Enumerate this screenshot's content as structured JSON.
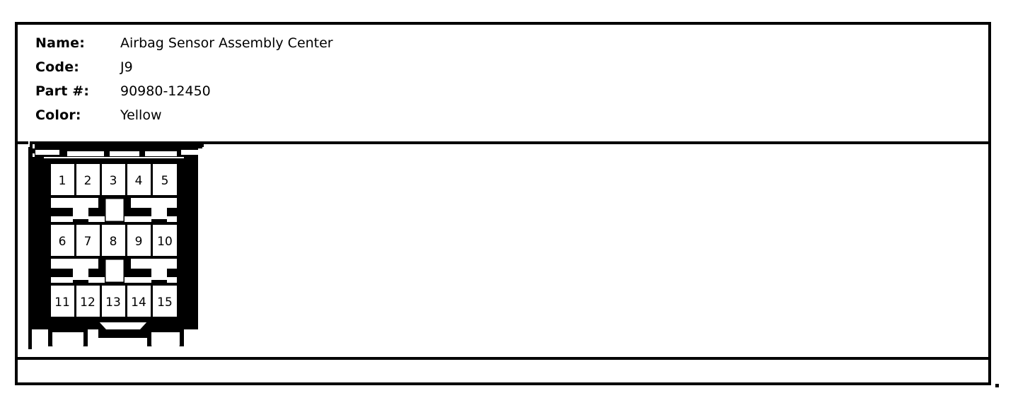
{
  "document": {
    "type": "connector-datasheet",
    "title": "Airbag Sensor Assembly Center"
  },
  "info": {
    "rows": [
      {
        "label": "Name:",
        "value": "Airbag Sensor Assembly Center"
      },
      {
        "label": "Code:",
        "value": "J9"
      },
      {
        "label": "Part #:",
        "value": "90980-12450"
      },
      {
        "label": "Color:",
        "value": "Yellow"
      }
    ]
  },
  "connector": {
    "name": "connector-pinout-diagram",
    "pin_count": 15,
    "row_count": 3,
    "columns": 5,
    "rows": [
      [
        "1",
        "2",
        "3",
        "4",
        "5"
      ],
      [
        "6",
        "7",
        "8",
        "9",
        "10"
      ],
      [
        "11",
        "12",
        "13",
        "14",
        "15"
      ]
    ],
    "housing_color": "#000000",
    "cavity_color": "#ffffff"
  },
  "colors": {
    "ink": "#000000",
    "paper": "#ffffff"
  }
}
